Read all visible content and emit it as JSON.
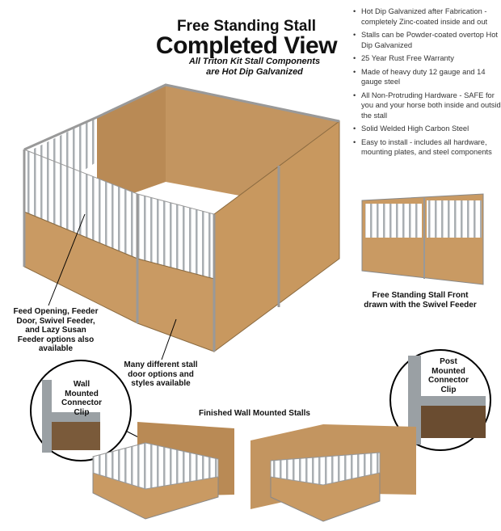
{
  "header": {
    "line1": "Free Standing Stall",
    "line2": "Completed View",
    "subtitle_line1": "All Triton Kit Stall Components",
    "subtitle_line2": "are Hot Dip Galvanized"
  },
  "features": [
    "Hot Dip Galvanized after Fabrication - completely Zinc-coated inside and out",
    "Stalls can be Powder-coated overtop Hot Dip Galvanized",
    "25 Year Rust Free Warranty",
    "Made of heavy duty 12 gauge and 14 gauge steel",
    "All Non-Protruding Hardware - SAFE for you and your horse both inside and outside the stall",
    "Solid Welded High Carbon Steel",
    "Easy to install - includes all hardware, mounting plates, and steel components"
  ],
  "callouts": {
    "feed": "Feed Opening, Feeder Door, Swivel Feeder, and Lazy Susan Feeder options also available",
    "door": "Many different stall door options and styles available",
    "front": "Free Standing Stall Front drawn with the Swivel Feeder",
    "wall_clip": "Wall Mounted Connector Clip",
    "post_clip": "Post Mounted Connector Clip",
    "wall_stalls": "Finished Wall Mounted Stalls"
  },
  "colors": {
    "wood": "#c99a63",
    "steel": "#a9aeb2"
  }
}
